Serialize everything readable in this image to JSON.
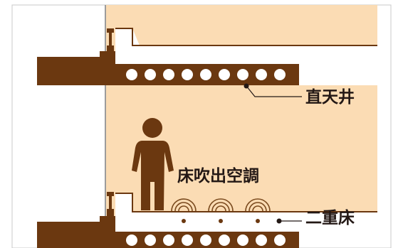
{
  "labels": {
    "exposed_ceiling": "直天井",
    "floor_outlet_ac": "床吹出空調",
    "raised_floor": "二重床"
  },
  "colors": {
    "interior_fill": "#fbdcb4",
    "slab": "#6b3810",
    "person": "#6b3810",
    "frame_line": "#9c9c9c",
    "outlet_stroke": "#7a4a1e",
    "leader_line": "#231815",
    "background": "#ffffff"
  },
  "icons": {
    "person": "person-icon",
    "air_outlet": "air-outlet-icon",
    "hollow_core": "hollow-core-circle"
  }
}
